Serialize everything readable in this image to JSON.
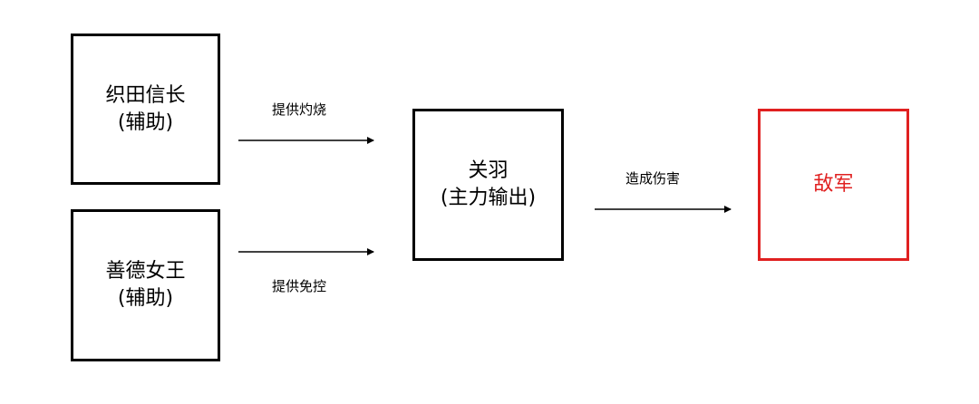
{
  "nodes": {
    "oda": {
      "name": "织田信长",
      "role": "(辅助)"
    },
    "hepburn": {
      "name": "善德女王",
      "role": "(辅助)"
    },
    "guanyu": {
      "name": "关羽",
      "role": "(主力输出)"
    },
    "enemy": {
      "name": "敌军"
    }
  },
  "edges": {
    "oda_to_guanyu": "提供灼烧",
    "hepburn_to_guanyu": "提供免控",
    "guanyu_to_enemy": "造成伤害"
  },
  "colors": {
    "border": "#000000",
    "enemy": "#e02020"
  }
}
